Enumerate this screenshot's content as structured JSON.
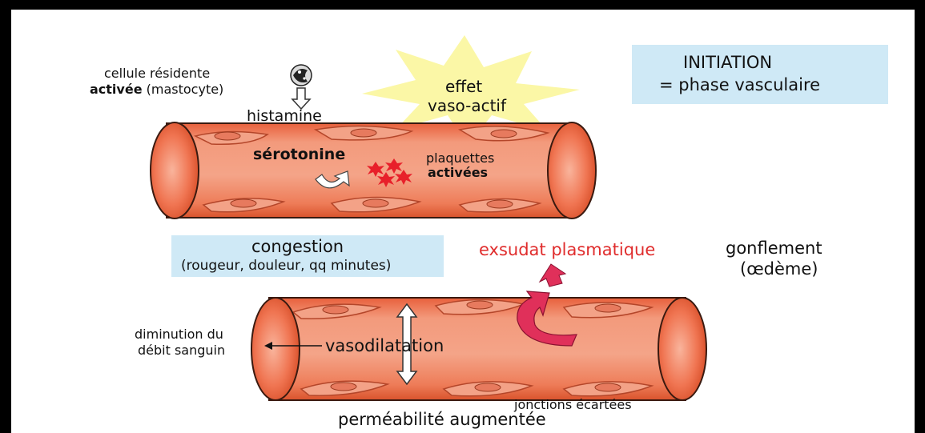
{
  "initiation": {
    "line1": "INITIATION",
    "line2": "= phase vasculaire"
  },
  "cell": {
    "line1": "cellule résidente",
    "line2_bold": "activée",
    "line2_rest": "(mastocyte)"
  },
  "histamine": "histamine",
  "burst": {
    "line1": "effet",
    "line2": "vaso-actif"
  },
  "vessel_top": {
    "serotonine": "sérotonine",
    "plaquettes": "plaquettes",
    "activees": "activées"
  },
  "congestion": {
    "title": "congestion",
    "subtitle": "(rougeur, douleur, qq minutes)"
  },
  "exsudat": "exsudat plasmatique",
  "gonflement": {
    "line1": "gonflement",
    "line2": "(œdème)"
  },
  "debit": {
    "line1": "diminution du",
    "line2": "débit sanguin"
  },
  "vasodilatation": "vasodilatation",
  "jonctions": "jonctions écartées",
  "permeabilite": "perméabilité augmentée",
  "colors": {
    "vessel_fill": "#f08a6a",
    "vessel_dark": "#d9582f",
    "vessel_end": "#ee6f4d",
    "exsudat_red": "#e02d2d",
    "burst_yellow": "#fbf7a6",
    "blue_box": "#cfe9f6",
    "arrow_magenta": "#e0305a",
    "platelet_red": "#e8202a"
  }
}
